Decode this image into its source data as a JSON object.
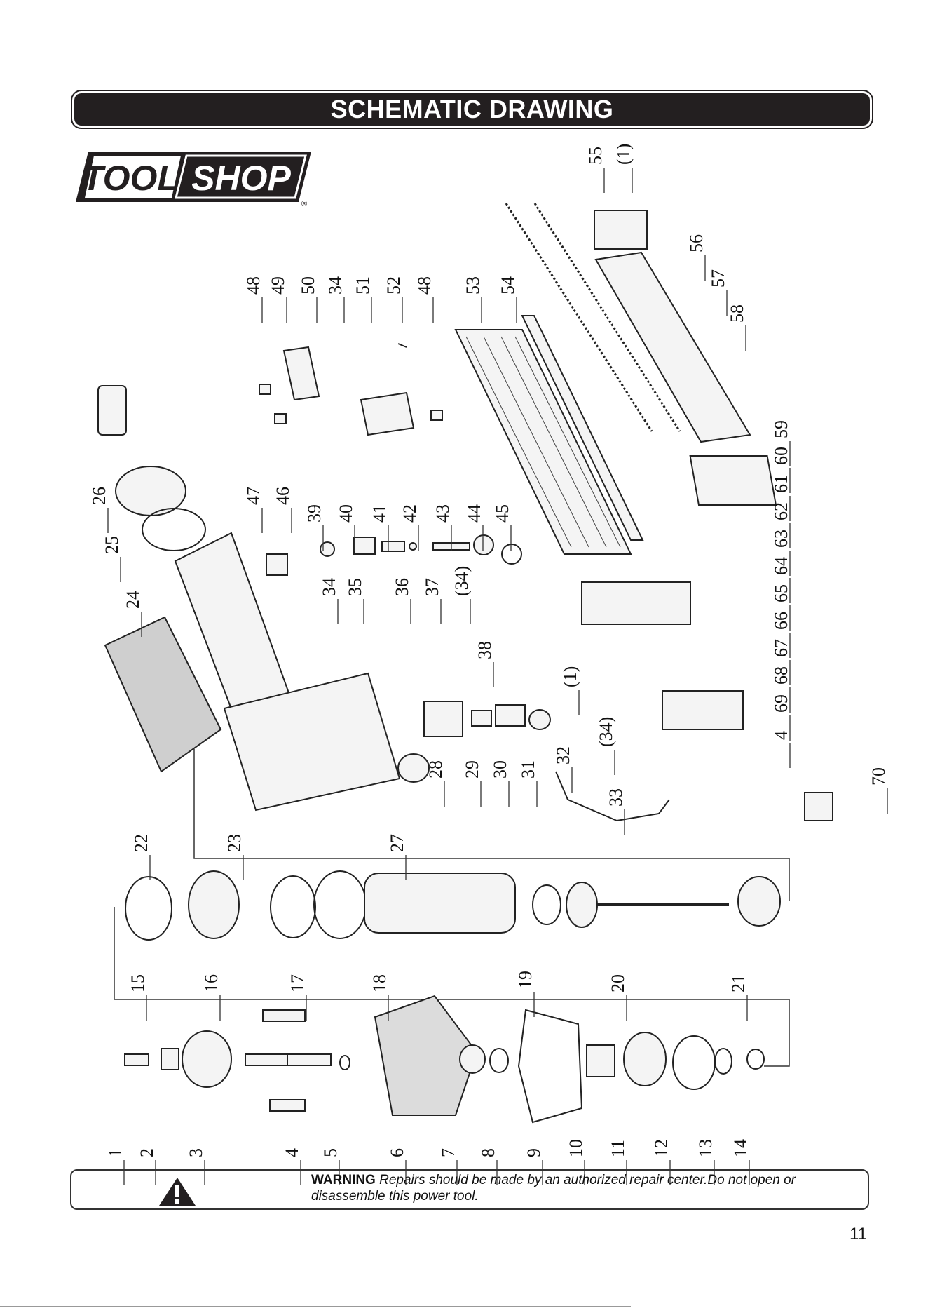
{
  "header": {
    "title": "SCHEMATIC DRAWING"
  },
  "logo": {
    "text_left": "TOOL",
    "text_right": "SHOP",
    "mark": "®"
  },
  "part_numbers": {
    "top_group": [
      "48",
      "49",
      "50",
      "34",
      "51",
      "52",
      "48",
      "53",
      "54"
    ],
    "upper_right": [
      "55",
      "(1)",
      "56",
      "57",
      "58"
    ],
    "right_column": [
      "59",
      "60",
      "61",
      "62",
      "63",
      "64",
      "65",
      "66",
      "67",
      "68",
      "69",
      "4",
      "70"
    ],
    "middle_row": [
      "26",
      "25",
      "24",
      "47",
      "46",
      "39",
      "40",
      "41",
      "42",
      "43",
      "44",
      "45"
    ],
    "lower_middle": [
      "34",
      "35",
      "36",
      "37",
      "(34)",
      "38",
      "(1)",
      "(34)"
    ],
    "mid_bottom": [
      "22",
      "23",
      "27",
      "28",
      "29",
      "30",
      "31",
      "32",
      "33"
    ],
    "cylinder_row": [
      "15",
      "16",
      "17",
      "18",
      "19",
      "20",
      "21"
    ],
    "bottom_row": [
      "1",
      "2",
      "3",
      "4",
      "5",
      "6",
      "7",
      "8",
      "9",
      "10",
      "11",
      "12",
      "13",
      "14"
    ]
  },
  "warning": {
    "label": "WARNING",
    "text": "Repairs should be made by an authorized repair center.Do not open or disassemble this power tool."
  },
  "page_number": "11"
}
